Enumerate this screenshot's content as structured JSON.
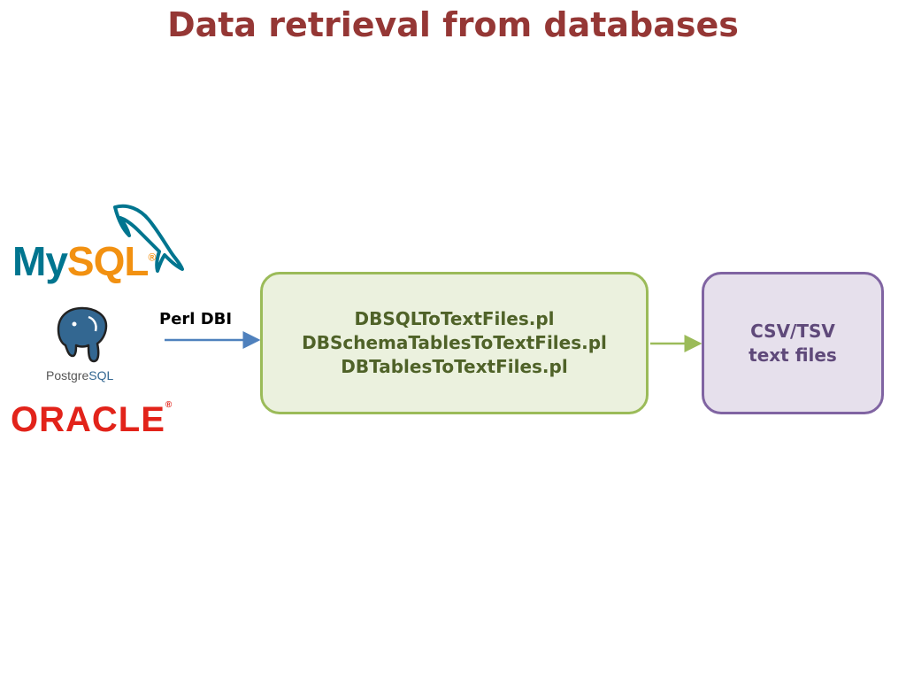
{
  "title": "Data retrieval from databases",
  "logos": {
    "mysql": {
      "my": "My",
      "sql": "SQL",
      "mark": "®"
    },
    "postgresql": {
      "pre": "Postgre",
      "sql": "SQL"
    },
    "oracle": {
      "text": "ORACLE",
      "mark": "®"
    }
  },
  "connector_label": "Perl DBI",
  "scripts_box": {
    "lines": [
      "DBSQLToTextFiles.pl",
      "DBSchemaTablesToTextFiles.pl",
      "DBTablesToTextFiles.pl"
    ]
  },
  "output_box": {
    "lines": [
      "CSV/TSV",
      "text files"
    ]
  },
  "colors": {
    "title": "#953735",
    "scripts_border": "#9bbb59",
    "scripts_fill": "#ebf1de",
    "scripts_text": "#4f6228",
    "output_border": "#8064a2",
    "output_fill": "#e6e0ec",
    "output_text": "#5f497a",
    "arrow_blue": "#4f81bd",
    "arrow_green": "#9bbb59"
  }
}
